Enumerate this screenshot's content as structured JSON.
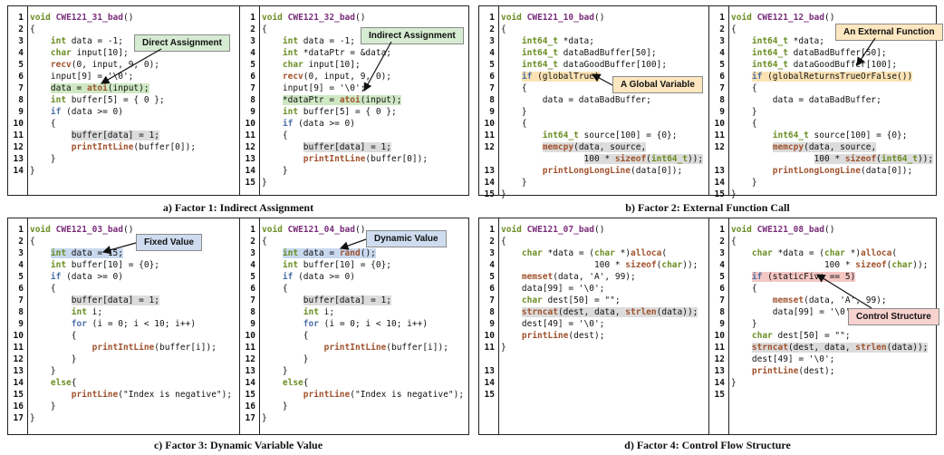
{
  "captions": {
    "a": "a) Factor 1: Indirect Assignment",
    "b": "b) Factor 2: External Function Call",
    "c": "c) Factor 3: Dynamic Variable Value",
    "d": "d) Factor 4: Control Flow Structure"
  },
  "callouts": {
    "a1": "Direct Assignment",
    "a2": "Indirect Assignment",
    "b1": "A Global Variable",
    "b2": "An External Function",
    "c1": "Fixed Value",
    "c2": "Dynamic Value",
    "d2": "Control Structure"
  },
  "line_numbers": {
    "a1": [
      "1",
      "2",
      "3",
      "4",
      "5",
      "6",
      "7",
      "8",
      "9",
      "10",
      "11",
      "12",
      "13",
      "14"
    ],
    "a2": [
      "1",
      "2",
      "3",
      "4",
      "5",
      "6",
      "7",
      "8",
      "9",
      "10",
      "11",
      "12",
      "13",
      "14",
      "15"
    ],
    "b1": [
      "1",
      "2",
      "3",
      "4",
      "5",
      "6",
      "7",
      "8",
      "9",
      "10",
      "11",
      "12",
      "",
      "13",
      "14",
      "15"
    ],
    "b2": [
      "1",
      "2",
      "3",
      "4",
      "5",
      "6",
      "7",
      "8",
      "9",
      "10",
      "11",
      "12",
      "",
      "13",
      "14",
      "15"
    ],
    "c1": [
      "1",
      "2",
      "3",
      "4",
      "5",
      "6",
      "7",
      "8",
      "9",
      "10",
      "11",
      "12",
      "13",
      "14",
      "15",
      "16",
      "17"
    ],
    "c2": [
      "1",
      "2",
      "3",
      "4",
      "5",
      "6",
      "7",
      "8",
      "9",
      "10",
      "11",
      "12",
      "13",
      "14",
      "15",
      "16",
      "17"
    ],
    "d1": [
      "1",
      "2",
      "3",
      "4",
      "5",
      "6",
      "7",
      "8",
      "9",
      "10",
      "11",
      "",
      "13",
      "14",
      "15"
    ],
    "d2": [
      "1",
      "2",
      "3",
      "4",
      "5",
      "6",
      "7",
      "8",
      "9",
      "10",
      "11",
      "12",
      "13",
      "14",
      "15"
    ]
  },
  "code": {
    "a1": [
      "void CWE121_31_bad()",
      "{",
      "    int data = -1;",
      "    char input[10];",
      "    recv(0, input, 9, 0);",
      "    input[9] = '\\0';",
      "    data = atoi(input);",
      "    int buffer[5] = { 0 };",
      "    if (data >= 0)",
      "    {",
      "        buffer[data] = 1;",
      "        printIntLine(buffer[0]);",
      "    }",
      "}"
    ],
    "a2": [
      "void CWE121_32_bad()",
      "{",
      "    int data = -1;",
      "    int *dataPtr = &data;",
      "    char input[10];",
      "    recv(0, input, 9, 0);",
      "    input[9] = '\\0';",
      "    *dataPtr = atoi(input);",
      "    int buffer[5] = { 0 };",
      "    if (data >= 0)",
      "    {",
      "        buffer[data] = 1;",
      "        printIntLine(buffer[0]);",
      "    }",
      "}"
    ],
    "b1": [
      "void CWE121_10_bad()",
      "{",
      "    int64_t *data;",
      "    int64_t dataBadBuffer[50];",
      "    int64_t dataGoodBuffer[100];",
      "    if (globalTrue)",
      "    {",
      "        data = dataBadBuffer;",
      "    }",
      "    {",
      "        int64_t source[100] = {0};",
      "        memcpy(data, source,",
      "                100 * sizeof(int64_t));",
      "        printLongLongLine(data[0]);",
      "    }",
      "}"
    ],
    "b2": [
      "void CWE121_12_bad()",
      "{",
      "    int64_t *data;",
      "    int64_t dataBadBuffer[50];",
      "    int64_t dataGoodBuffer[100];",
      "    if (globalReturnsTrueOrFalse())",
      "    {",
      "        data = dataBadBuffer;",
      "    }",
      "    {",
      "        int64_t source[100] = {0};",
      "        memcpy(data, source,",
      "                100 * sizeof(int64_t));",
      "        printLongLongLine(data[0]);",
      "    }",
      "}"
    ],
    "c1": [
      "void CWE121_03_bad()",
      "{",
      "    int data = 15;",
      "    int buffer[10] = {0};",
      "    if (data >= 0)",
      "    {",
      "        buffer[data] = 1;",
      "        int i;",
      "        for (i = 0; i < 10; i++)",
      "        {",
      "            printIntLine(buffer[i]);",
      "        }",
      "    }",
      "    else{",
      "        printLine(\"Index is negative\");",
      "    }",
      "}"
    ],
    "c2": [
      "void CWE121_04_bad()",
      "{",
      "    int data = rand();",
      "    int buffer[10] = {0};",
      "    if (data >= 0)",
      "    {",
      "        buffer[data] = 1;",
      "        int i;",
      "        for (i = 0; i < 10; i++)",
      "        {",
      "            printIntLine(buffer[i]);",
      "        }",
      "    }",
      "    else{",
      "        printLine(\"Index is negative\");",
      "    }",
      "}"
    ],
    "d1": [
      "void CWE121_07_bad()",
      "{",
      "    char *data = (char *)alloca(",
      "                  100 * sizeof(char));",
      "    memset(data, 'A', 99);",
      "    data[99] = '\\0';",
      "    char dest[50] = \"\";",
      "    strncat(dest, data, strlen(data));",
      "    dest[49] = '\\0';",
      "    printLine(dest);",
      "}"
    ],
    "d2": [
      "void CWE121_08_bad()",
      "{",
      "    char *data = (char *)alloca(",
      "                  100 * sizeof(char));",
      "    if (staticFive == 5)",
      "    {",
      "        memset(data, 'A', 99);",
      "        data[99] = '\\0';",
      "    }",
      "    char dest[50] = \"\";",
      "    strncat(dest, data, strlen(data));",
      "    dest[49] = '\\0';",
      "    printLine(dest);",
      "}"
    ]
  },
  "colors": {
    "keyword": "#6b8e23",
    "function": "#a0522d",
    "function_name": "#7a2e7a",
    "control": "#4b6fa8",
    "highlight_green": "#cfe8c4",
    "highlight_gray": "#dcdcdc",
    "highlight_blue": "#c8d8ef",
    "highlight_orange": "#fbe3b5",
    "highlight_red": "#f4c7c3"
  }
}
